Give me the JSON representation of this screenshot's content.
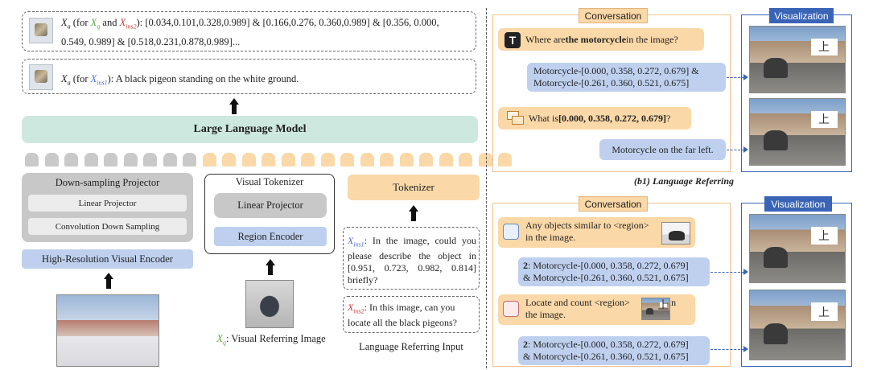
{
  "top_outputs": {
    "output1": {
      "prefix_paren": "(for ",
      "xq": "X",
      "xq_sub": "q",
      "and": " and ",
      "xins2": "X",
      "xins2_sub": "ins2",
      "suffix": "): [0.034,0.101,0.328,0.989] & [0.166,0.276, 0.360,0.989] & [0.356, 0.000,",
      "line2": "0.549, 0.989] & [0.518,0.231,0.878,0.989]..."
    },
    "output2": {
      "prefix_paren": "(for ",
      "xins1": "X",
      "xins1_sub": "ins1",
      "suffix": "): A black pigeon standing on the white ground."
    },
    "xa_symbol": "X",
    "xa_sub": "a"
  },
  "llm": {
    "label": "Large Language Model"
  },
  "downsampling": {
    "title": "Down-sampling Projector",
    "linear": "Linear Projector",
    "conv": "Convolution Down Sampling"
  },
  "hr_encoder": {
    "label": "High-Resolution Visual Encoder"
  },
  "visual_tokenizer": {
    "title": "Visual Tokenizer",
    "linear": "Linear Projector",
    "region": "Region Encoder"
  },
  "tokenizer": {
    "label": "Tokenizer"
  },
  "visual_referring_caption": {
    "sym": "X",
    "sub": "q",
    "text": ": Visual Referring Image"
  },
  "language_inputs": {
    "ins1": {
      "sym": "X",
      "sub": "ins1",
      "text": ": In the image, could you please describe the object in [0.951, 0.723, 0.982, 0.814] briefly?"
    },
    "ins2": {
      "sym": "X",
      "sub": "ins2",
      "text": ": In this image, can you locate all the black pigeons?"
    },
    "caption": "Language Referring Input"
  },
  "panel_top": {
    "conversation_label": "Conversation",
    "visualization_label": "Visualization",
    "q1": {
      "pre": "Where are ",
      "bold": "the motorcycle",
      "post": " in the image?"
    },
    "a1": [
      "Motorcycle-[0.000, 0.358, 0.272, 0.679] &",
      "Motorcycle-[0.261, 0.360, 0.521, 0.675]"
    ],
    "q2": {
      "pre": "What is ",
      "bold": "[0.000, 0.358, 0.272, 0.679]",
      "post": "?"
    },
    "a2": "Motorcycle on the far left.",
    "caption": "(b1) Language Referring"
  },
  "panel_bottom": {
    "conversation_label": "Conversation",
    "visualization_label": "Visualization",
    "q1": [
      "Any objects similar to <region>",
      "in the image."
    ],
    "a1": {
      "bold": "2",
      "line1": ": Motorcycle-[0.000, 0.358, 0.272, 0.679]",
      "line2": "& Motorcycle-[0.261, 0.360, 0.521, 0.675]"
    },
    "q2": [
      "Locate and count <region>",
      "in",
      "the image."
    ],
    "a2": {
      "bold": "2",
      "line1": ": Motorcycle-[0.000, 0.358, 0.272, 0.679]",
      "line2": "& Motorcycle-[0.261, 0.360, 0.521, 0.675]"
    }
  },
  "colors": {
    "llm": "#cde8df",
    "orange": "#fad8a7",
    "blue_pill": "#bfd0ef",
    "vis_blue": "#3a64b5",
    "grey": "#c8c8c8",
    "green_sym": "#5aa83a",
    "red_sym": "#c63b3b",
    "blue_sym": "#4a6fcf"
  },
  "icons": {
    "robot_icon": "image-avatar",
    "text_icon": "T-glyph",
    "box_icon": "overlapping-rectangles",
    "image_icon": "picture",
    "crop_icon": "crop-square"
  }
}
